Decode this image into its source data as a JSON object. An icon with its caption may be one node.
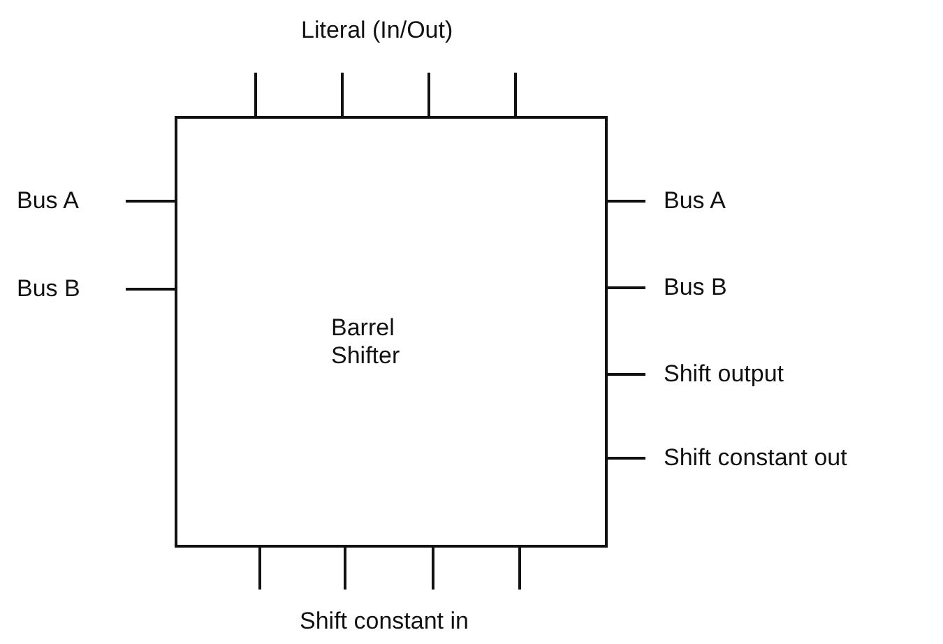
{
  "diagram": {
    "nodes": [
      {
        "text": [
          "Barrel Shifter"
        ]
      }
    ],
    "edges": [],
    "labels": [
      "Literal (In/Out)",
      "Bus A",
      "Bus A",
      "Bus B",
      "Bus B",
      "Shift output",
      "Shift constant out",
      "Shift constant in"
    ]
  }
}
